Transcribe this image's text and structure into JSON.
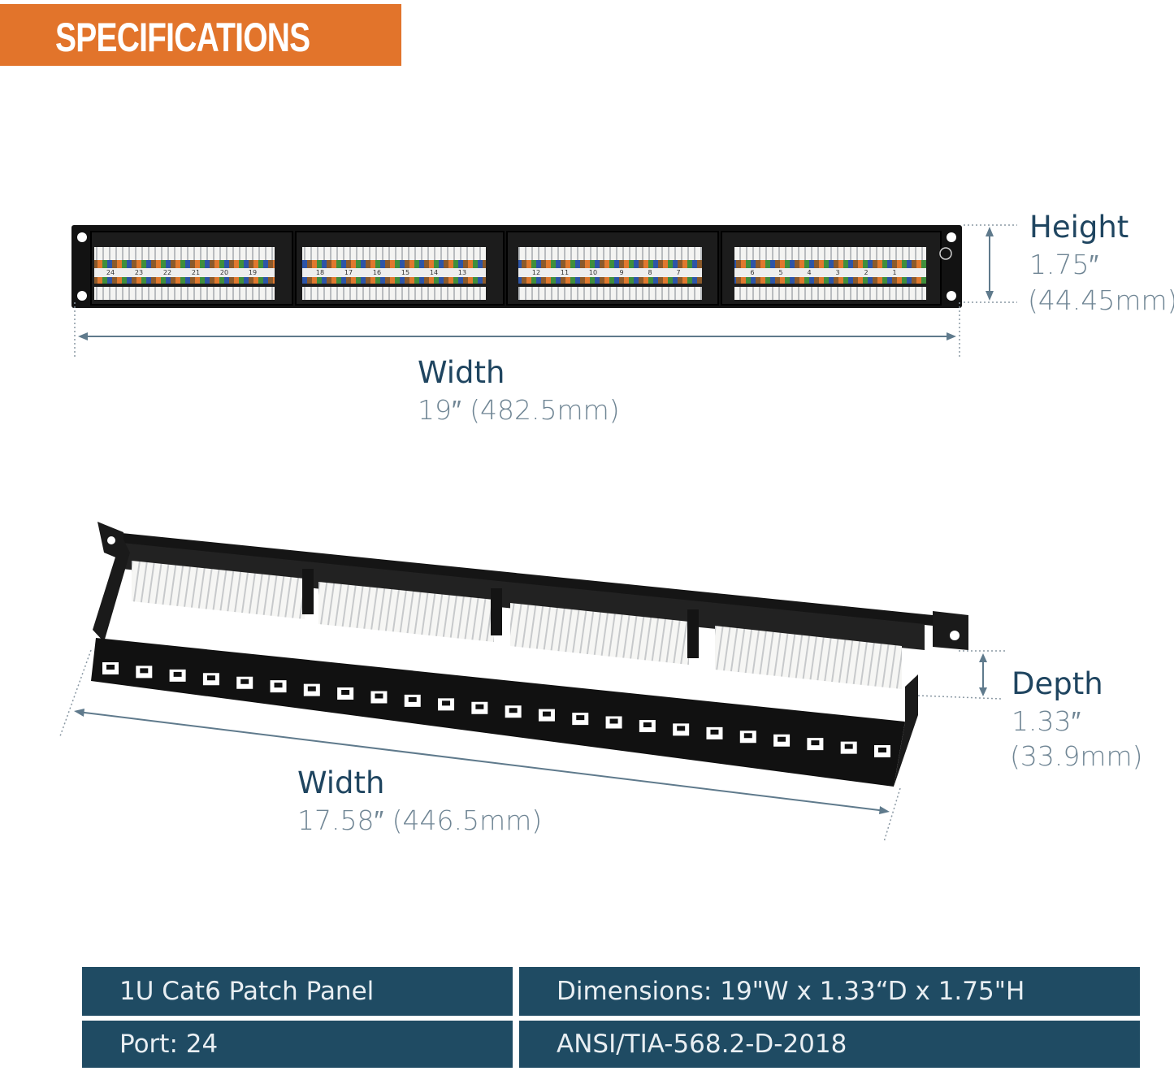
{
  "banner": {
    "title": "SPECIFICATIONS"
  },
  "front_view": {
    "height": {
      "label": "Height",
      "inches": "1.75″",
      "mm": "(44.45mm)"
    },
    "width": {
      "label": "Width",
      "value": "19″ (482.5mm)"
    },
    "port_numbers": [
      "24",
      "23",
      "22",
      "21",
      "20",
      "19",
      "18",
      "17",
      "16",
      "15",
      "14",
      "13",
      "12",
      "11",
      "10",
      "9",
      "8",
      "7",
      "6",
      "5",
      "4",
      "3",
      "2",
      "1"
    ]
  },
  "rear_view": {
    "depth": {
      "label": "Depth",
      "inches": "1.33″",
      "mm": "(33.9mm)"
    },
    "width": {
      "label": "Width",
      "value": "17.58″ (446.5mm)"
    }
  },
  "spec_table": {
    "rows": [
      [
        "1U Cat6 Patch Panel",
        "Dimensions: 19\"W x 1.33“D x 1.75\"H"
      ],
      [
        "Port: 24",
        "ANSI/TIA-568.2-D-2018"
      ]
    ]
  },
  "colors": {
    "banner": "#e2742b",
    "table": "#1f4b63",
    "title_text": "#1f4560",
    "value_text": "#6f8594"
  }
}
